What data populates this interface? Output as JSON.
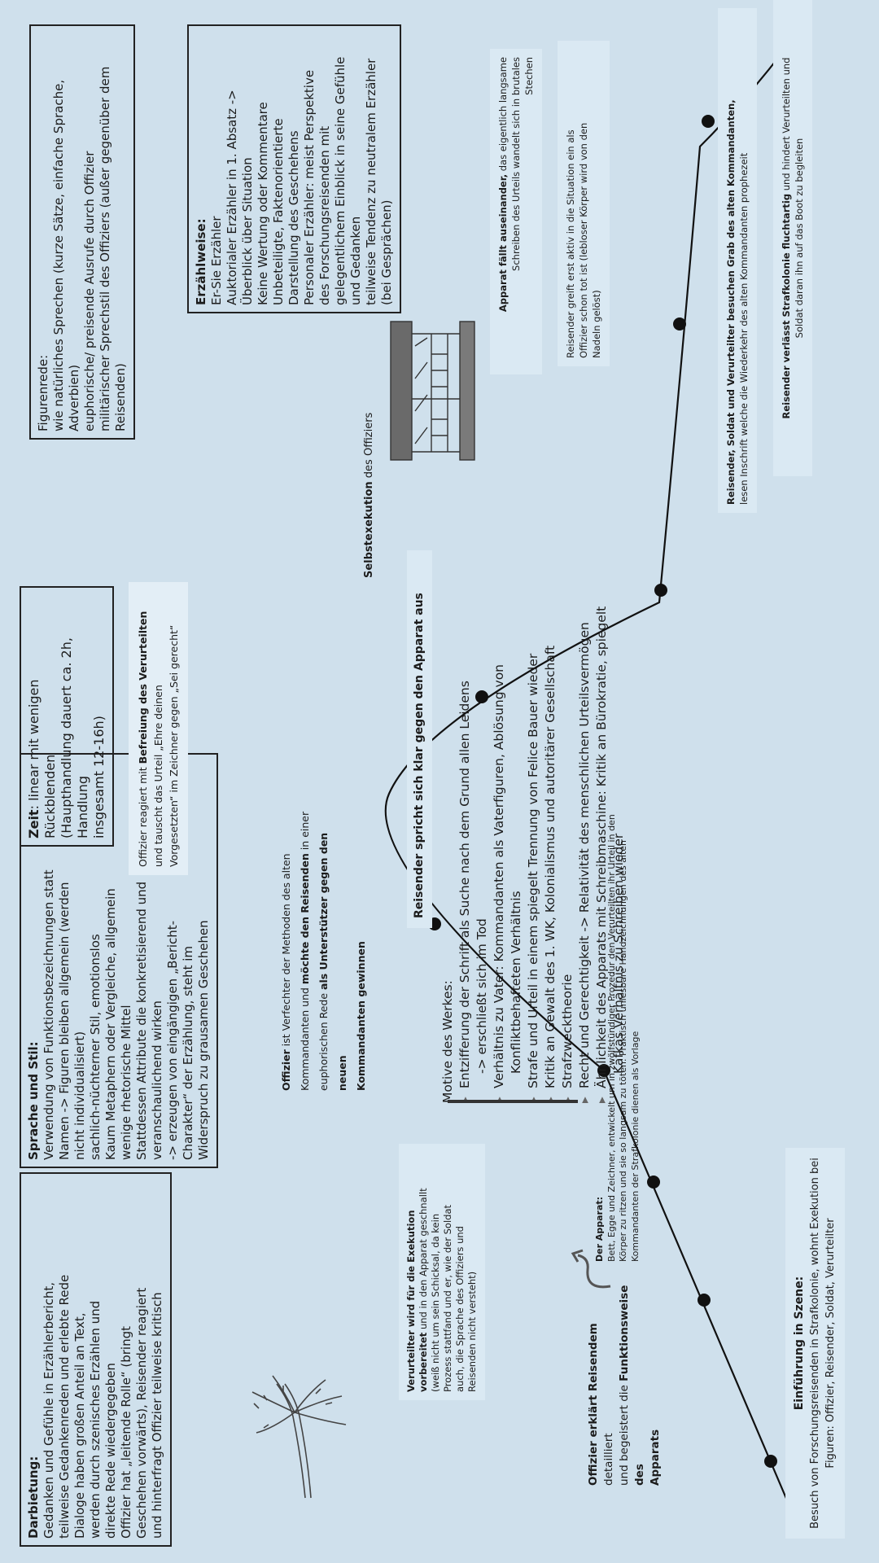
{
  "darbietung": {
    "title": "Darbietung:",
    "lines": [
      "Gedanken und Gefühle in Erzählerbericht,",
      "teilweise Gedankenreden und erlebte Rede",
      "Dialoge haben großen Anteil an Text,",
      "werden durch szenisches Erzählen und",
      "direkte Rede wiedergegeben",
      "Offizier hat „leitende Rolle“ (bringt",
      "Geschehen vorwärts), Reisender reagiert",
      "und hinterfragt Offizier teilweise kritisch"
    ]
  },
  "sprache": {
    "title": "Sprache und Stil:",
    "lines": [
      "Verwendung von Funktionsbezeichnungen statt",
      "Namen -> Figuren bleiben allgemein (werden",
      "nicht individualisiert)",
      "sachlich-nüchterner Stil, emotionslos",
      "Kaum Metaphern oder Vergleiche, allgemein",
      "wenige rhetorische Mittel",
      "Stattdessen Attribute die konkretisierend und",
      "veranschaulichend wirken",
      "-> erzeugen von eingängigen „Bericht-",
      "Charakter“ der Erzählung, steht im",
      "Widerspruch zu grausamen Geschehen"
    ]
  },
  "zeit": {
    "title": "Zeit",
    "lines": [
      ": linear mit wenigen Rückblenden",
      "(Haupthandlung dauert ca. 2h, Handlung",
      "insgesamt 12-16h)"
    ]
  },
  "figurenrede": {
    "lines": [
      "Figurenrede:",
      "wie natürliches Sprechen (kurze Sätze, einfache Sprache,",
      "Adverbien)",
      "euphorische/ preisende Ausrufe durch Offizier",
      "militärischer Sprechstil des Offiziers (außer gegenüber dem",
      "Reisenden)"
    ]
  },
  "erzaehlweise": {
    "title": "Erzählweise:",
    "lines": [
      "Er-Sie Erzähler",
      "Auktorialer Erzähler in 1. Absatz ->",
      "Überblick über Situation",
      "Keine Wertung oder Kommentare",
      "Unbeteiligte, Faktenorientierte",
      "Darstellung des Geschehens",
      "Personaler Erzähler: meist Perspektive",
      "des Forschungsreisenden mit",
      "gelegentlichem Einblick in seine Gefühle",
      "und Gedanken",
      "teilweise Tendenz zu neutralem Erzähler",
      "(bei Gesprächen)"
    ]
  },
  "events": {
    "einfuehrung": {
      "title": "Einführung in Szene:",
      "lines": [
        "Besuch von Forschungsreisenden in Strafkolonie, wohnt Exekution bei",
        "Figuren: Offizier, Reisender, Soldat, Verurteilter"
      ]
    },
    "offizier_erklaert": {
      "bold1": "Offizier erklärt Reisendem",
      "rest1": " detailliert",
      "line2a": "und begeistert die ",
      "bold2": "Funktionsweise des",
      "bold3": "Apparats"
    },
    "verurteilter": {
      "bold1": "Verurteilter wird für die Exekution",
      "bold2": "vorbereitet",
      "rest2": " und in den Apparat geschnallt",
      "lines": [
        "(weiß nicht um sein Schicksal, da kein",
        "Prozess stattfand und er, wie der Soldat",
        "auch, die Sprache des Offiziers und",
        "Reisenden nicht versteht)"
      ]
    },
    "offizier_verfechter": {
      "bold1": "Offizier",
      "rest1": " ist Verfechter der Methoden des alten",
      "line2a": "Kommandanten und ",
      "bold2": "möchte den Reisenden",
      "rest2": " in einer",
      "line3a": "euphorischen Rede ",
      "bold3": "als Unterstützer gegen den neuen",
      "bold4": "Kommandanten gewinnen"
    },
    "reisender_spricht": "Reisender spricht sich klar gegen den Apparat aus",
    "offizier_reagiert": {
      "line1a": "Offizier reagiert mit ",
      "bold1": "Befreiung des Verurteilten",
      "line2": "und tauscht das Urteil „Ehre deinen",
      "line3": "Vorgesetzten“ im Zeichner gegen „Sei gerecht“"
    },
    "selbstexekution": {
      "bold": "Selbstexekution",
      "rest": " des Offiziers"
    },
    "apparat_faellt": {
      "bold": "Apparat fällt auseinander,",
      "rest": " das eigentlich langsame",
      "lines": [
        "Schreiben des Urteils wandelt sich in brutales",
        "Stechen"
      ]
    },
    "reisender_greift": {
      "lines": [
        "Reisender greift erst aktiv in die Situation ein als",
        "Offizier schon tot ist (lebloser Körper wird von den",
        "Nadeln gelöst)"
      ]
    },
    "grab": {
      "bold": "Reisender, Soldat und Verurteilter besuchen Grab des alten Kommandanten,",
      "line2": "lesen Inschrift welche die Wiederkehr des alten Kommandanten prophezeit"
    },
    "verlaesst": {
      "bold": "Reisender verlässt Strafkolonie fluchtartig",
      "rest": " und hindert Verurteilten und",
      "line2": "Soldat daran ihn auf das Boot zu begleiten"
    }
  },
  "apparat": {
    "title": "Der Apparat:",
    "lines": [
      "Bett, Egge und Zeichner, entwickelt um in zwölfstündiger Prozedur den Verurteilten ihr Urteil in den",
      "Körper zu ritzen und sie so langsam zu töten. Praktisch unlesbare Handzeichnungen des alten",
      "Kommandanten der Strafkolonie dienen als Vorlage"
    ]
  },
  "motive": {
    "title": "Motive des Werkes:",
    "items": [
      {
        "text": "Entzifferung der Schrift als Suche nach dem Grund allen Leidens",
        "cont": false
      },
      {
        "text": "-> erschließt sich im Tod",
        "cont": true
      },
      {
        "text": "Verhältnis zu Vater: Kommandanten als Vaterfiguren, Ablösung von",
        "cont": false
      },
      {
        "text": "Konfliktbehafteten Verhältnis",
        "cont": true
      },
      {
        "text": "Strafe und Urteil in einem spiegelt Trennung von Felice Bauer wieder",
        "cont": false
      },
      {
        "text": "Kritik an Gewalt des 1. WK, Kolonialismus und autoritärer Gesellschaft",
        "cont": false
      },
      {
        "text": "Strafzwecktheorie",
        "cont": false
      },
      {
        "text": "Recht und Gerechtigkeit -> Relativität des menschlichen Urteilsvermögen",
        "cont": false
      },
      {
        "text": "Ähnlichkeit des Apparats mit Schreibmaschine: Kritik an Bürokratie, spiegelt",
        "cont": false
      },
      {
        "text": "Kafkas Verhältnis zu Schreiben wieder",
        "cont": true
      }
    ]
  },
  "icons": [
    "palm-tree-icon",
    "arrow-icon",
    "machine-sketch-icon"
  ],
  "colors": {
    "background": "#cfe0ec",
    "panel": "#dae9f3",
    "line": "#111111"
  }
}
